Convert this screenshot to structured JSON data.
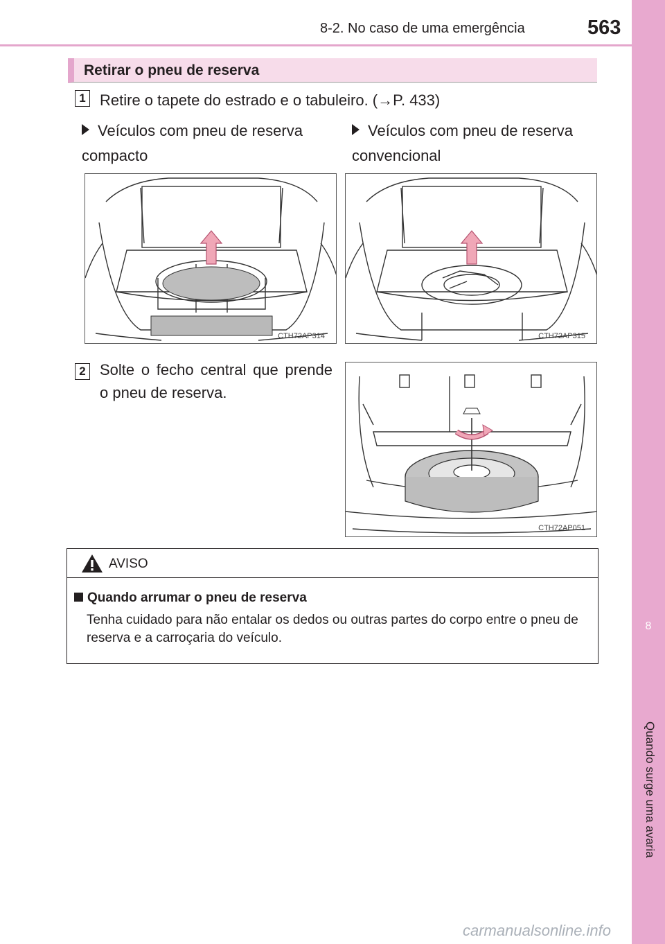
{
  "header": {
    "section": "8-2. No caso de uma emergência",
    "page_number": "563"
  },
  "side_tab": {
    "chapter_number": "8",
    "chapter_title": "Quando surge uma avaria"
  },
  "section_heading": "Retirar o pneu de reserva",
  "step1": {
    "number": "1",
    "text": "Retire o tapete do estrado e o tabuleiro. (→P. 433)"
  },
  "variants": [
    {
      "label": "Veículos com pneu de reserva compacto",
      "figure_code": "CTH72AP314"
    },
    {
      "label": "Veículos com pneu de reserva convencional",
      "figure_code": "CTH72AP315"
    }
  ],
  "step2": {
    "number": "2",
    "text": "Solte o fecho central que prende o pneu de reserva.",
    "figure_code": "CTH72AP051"
  },
  "warning": {
    "title": "AVISO",
    "subheading": "Quando arrumar o pneu de reserva",
    "body": "Tenha cuidado para não entalar os dedos ou outras partes do corpo entre o pneu de reserva e a carroçaria do veículo."
  },
  "footer": "carmanualsonline.info",
  "colors": {
    "accent_pink": "#e4a6cc",
    "heading_fill": "#f7dcea",
    "arrow_fill": "#f0a7b7",
    "text": "#231f20"
  }
}
